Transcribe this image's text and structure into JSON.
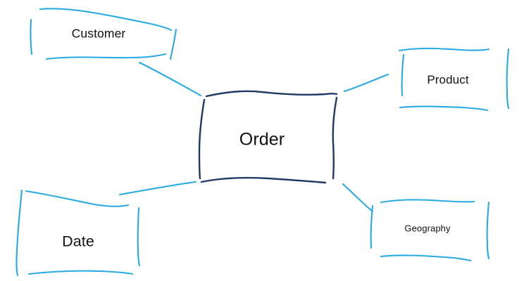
{
  "diagram": {
    "kind": "star-schema-sketch",
    "style": "hand-drawn whiteboard",
    "background_color": "#ffffff",
    "fact_stroke_color": "#1F3864",
    "dimension_stroke_color": "#29ABE2",
    "connector_color": "#29ABE2",
    "text_color": "#111111",
    "nodes": [
      {
        "id": "customer",
        "label": "Customer",
        "role": "dimension"
      },
      {
        "id": "order",
        "label": "Order",
        "role": "fact"
      },
      {
        "id": "product",
        "label": "Product",
        "role": "dimension"
      },
      {
        "id": "date",
        "label": "Date",
        "role": "dimension"
      },
      {
        "id": "geography",
        "label": "Geography",
        "role": "dimension"
      }
    ],
    "connectors": [
      {
        "id": "customer-order",
        "from": "Customer",
        "to": "Order"
      },
      {
        "id": "order-product",
        "from": "Order",
        "to": "Product"
      },
      {
        "id": "date-order",
        "from": "Date",
        "to": "Order"
      },
      {
        "id": "order-geography",
        "from": "Order",
        "to": "Geography"
      }
    ]
  }
}
